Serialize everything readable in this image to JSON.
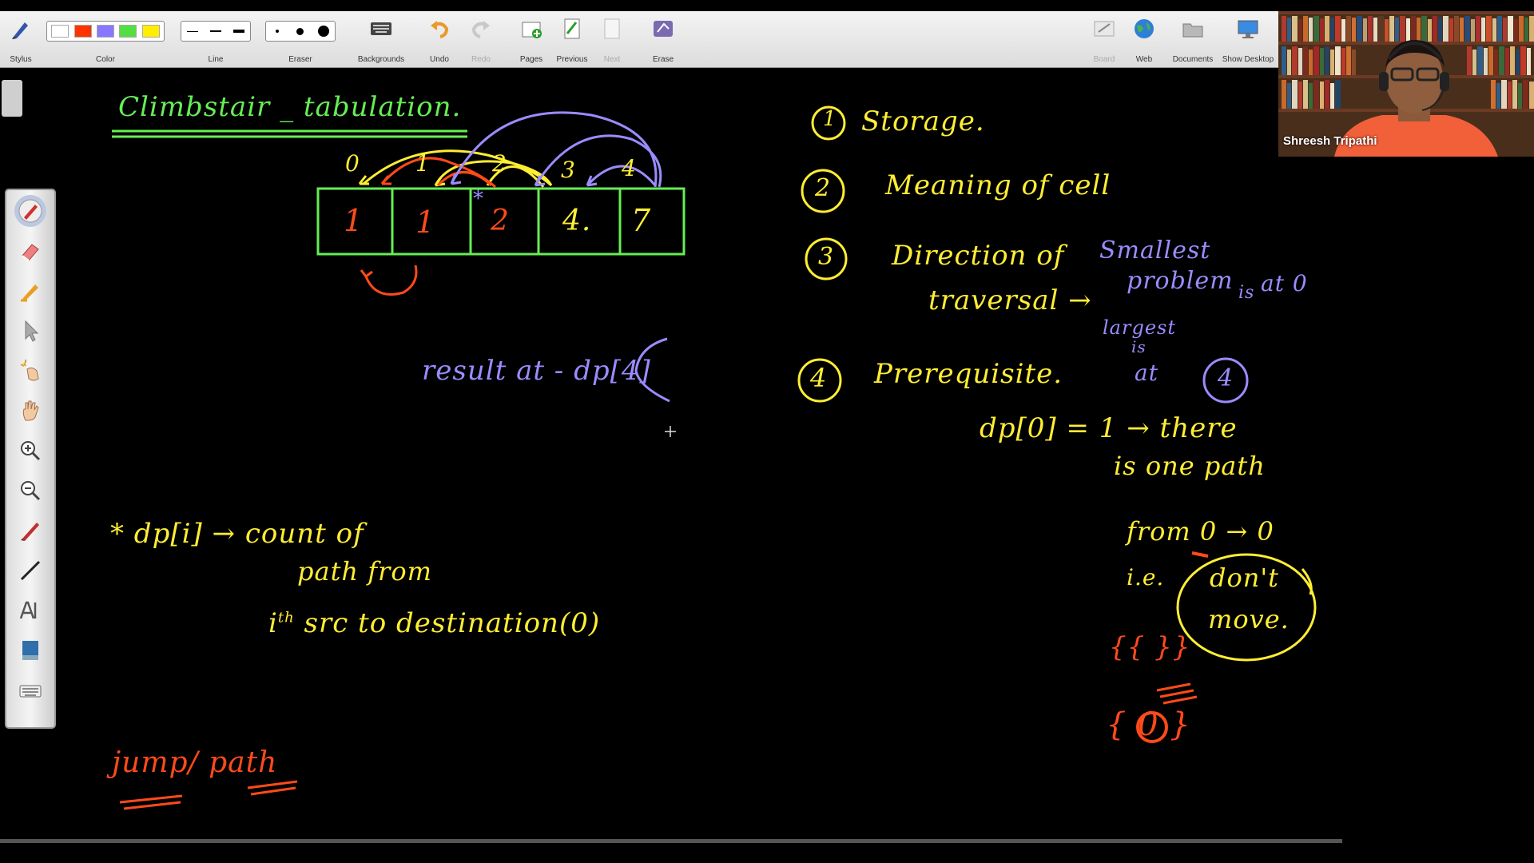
{
  "toolbar": {
    "stylus": "Stylus",
    "color": "Color",
    "line": "Line",
    "eraser": "Eraser",
    "backgrounds": "Backgrounds",
    "undo": "Undo",
    "redo": "Redo",
    "pages": "Pages",
    "previous": "Previous",
    "next": "Next",
    "erase": "Erase",
    "board": "Board",
    "web": "Web",
    "documents": "Documents",
    "show_desktop": "Show Desktop",
    "swatch_colors": [
      "#ffffff",
      "#ff3300",
      "#8877ff",
      "#55dd44",
      "#ffee00"
    ]
  },
  "webcam": {
    "name": "Shreesh Tripathi"
  },
  "board": {
    "title": "Climbstair _ tabulation.",
    "indices": [
      "0",
      "1",
      "2",
      "3",
      "4"
    ],
    "cells": [
      "1",
      "1",
      "2",
      "4.",
      "7"
    ],
    "star": "*",
    "result_line": "result at  -  dp[4]",
    "dp_def_1": "* dp[i] → count of",
    "dp_def_2": "path from",
    "dp_def_3": "i",
    "dp_def_3_sup": "th",
    "dp_def_3_rest": " src to destination(0)",
    "jump_path": "jump/ path",
    "step1": "Storage.",
    "step2": "Meaning of cell",
    "step3a": "Direction of",
    "step3b": "traversal →",
    "step3_note1": "Smallest",
    "step3_note2": "problem",
    "step3_note3": "is",
    "step3_note4": "at 0",
    "step3_note5": "largest",
    "step3_note6": "is",
    "step3_note7": "at",
    "step3_circle": "4",
    "step4": "Prerequisite.",
    "prereq1": "dp[0] = 1  →  there",
    "prereq2": "is one path",
    "prereq3": "from 0 → 0",
    "prereq4": "i.e.",
    "circle_text1": "don't",
    "circle_text2": "move.",
    "set1": "{{ }}",
    "set2": "{ 0 }",
    "num1": "1",
    "num2": "2",
    "num3": "3",
    "num4": "4"
  },
  "colors": {
    "yellow": "#ffee33",
    "green": "#66ee55",
    "orange": "#ff4a1a",
    "purple": "#9a8cff"
  }
}
